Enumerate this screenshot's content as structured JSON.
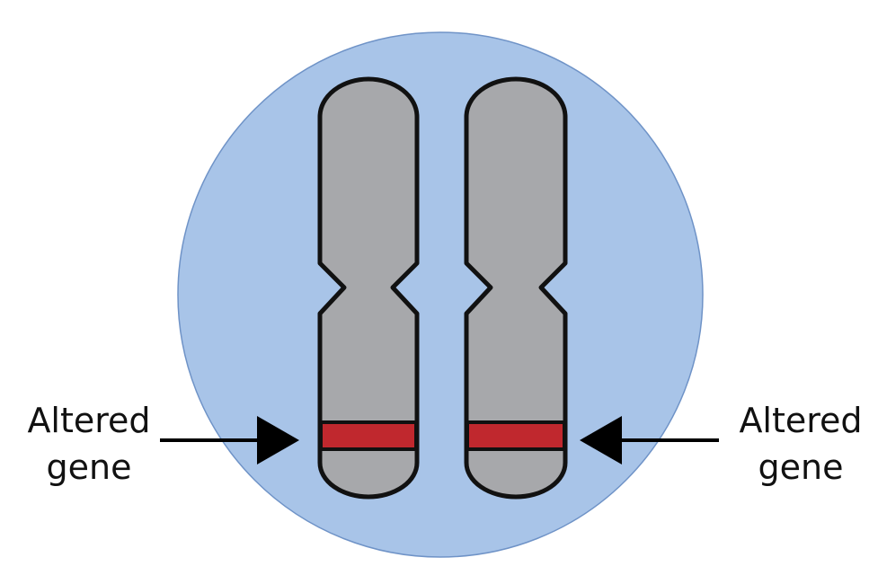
{
  "labels": {
    "left": {
      "line1": "Altered",
      "line2": "gene"
    },
    "right": {
      "line1": "Altered",
      "line2": "gene"
    }
  },
  "colors": {
    "cell": "#a8c4e8",
    "cell_outline": "#6f93c7",
    "chromosome": "#a7a8ab",
    "chromosome_outline": "#111111",
    "gene_band": "#c0282e",
    "arrow": "#000000",
    "text": "#111111"
  }
}
